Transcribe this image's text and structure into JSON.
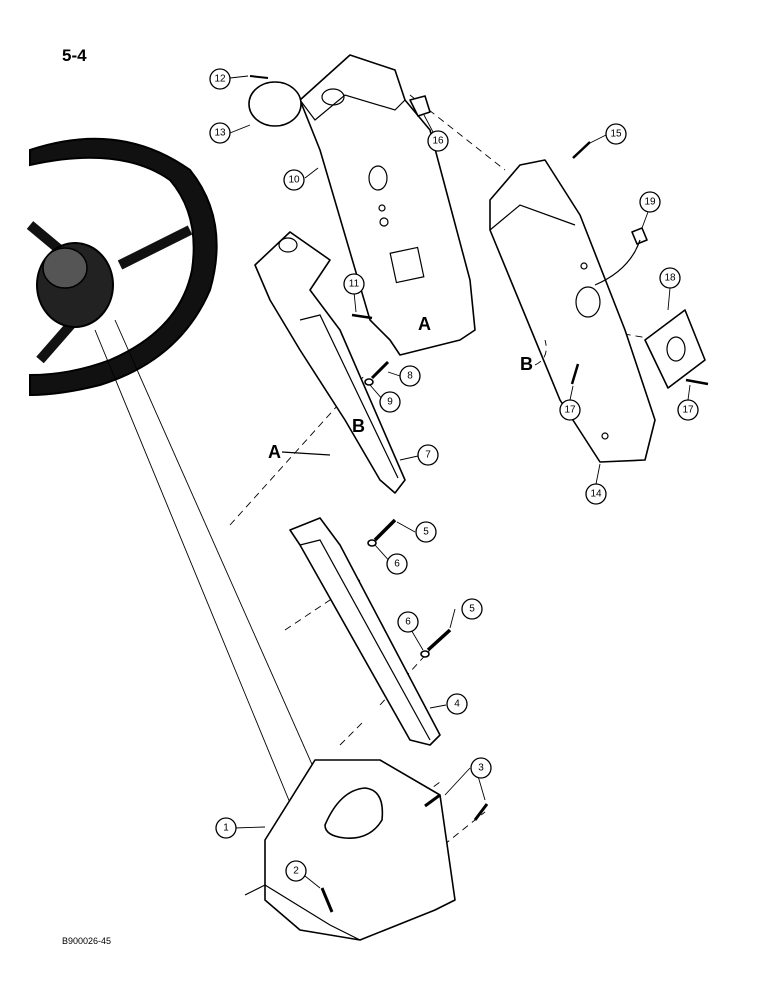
{
  "page": {
    "number": "5-4",
    "figure_code": "B900026-45"
  },
  "callouts": [
    {
      "id": "c1",
      "label": "1"
    },
    {
      "id": "c2",
      "label": "2"
    },
    {
      "id": "c3",
      "label": "3"
    },
    {
      "id": "c4",
      "label": "4"
    },
    {
      "id": "c5a",
      "label": "5"
    },
    {
      "id": "c5b",
      "label": "5"
    },
    {
      "id": "c6a",
      "label": "6"
    },
    {
      "id": "c6b",
      "label": "6"
    },
    {
      "id": "c7",
      "label": "7"
    },
    {
      "id": "c8",
      "label": "8"
    },
    {
      "id": "c9",
      "label": "9"
    },
    {
      "id": "c10",
      "label": "10"
    },
    {
      "id": "c11",
      "label": "11"
    },
    {
      "id": "c12",
      "label": "12"
    },
    {
      "id": "c13",
      "label": "13"
    },
    {
      "id": "c14",
      "label": "14"
    },
    {
      "id": "c15",
      "label": "15"
    },
    {
      "id": "c16",
      "label": "16"
    },
    {
      "id": "c17a",
      "label": "17"
    },
    {
      "id": "c17b",
      "label": "17"
    },
    {
      "id": "c18",
      "label": "18"
    },
    {
      "id": "c19",
      "label": "19"
    }
  ],
  "reference_letters": {
    "a1": "A",
    "a2": "A",
    "b1": "B",
    "b2": "B"
  }
}
